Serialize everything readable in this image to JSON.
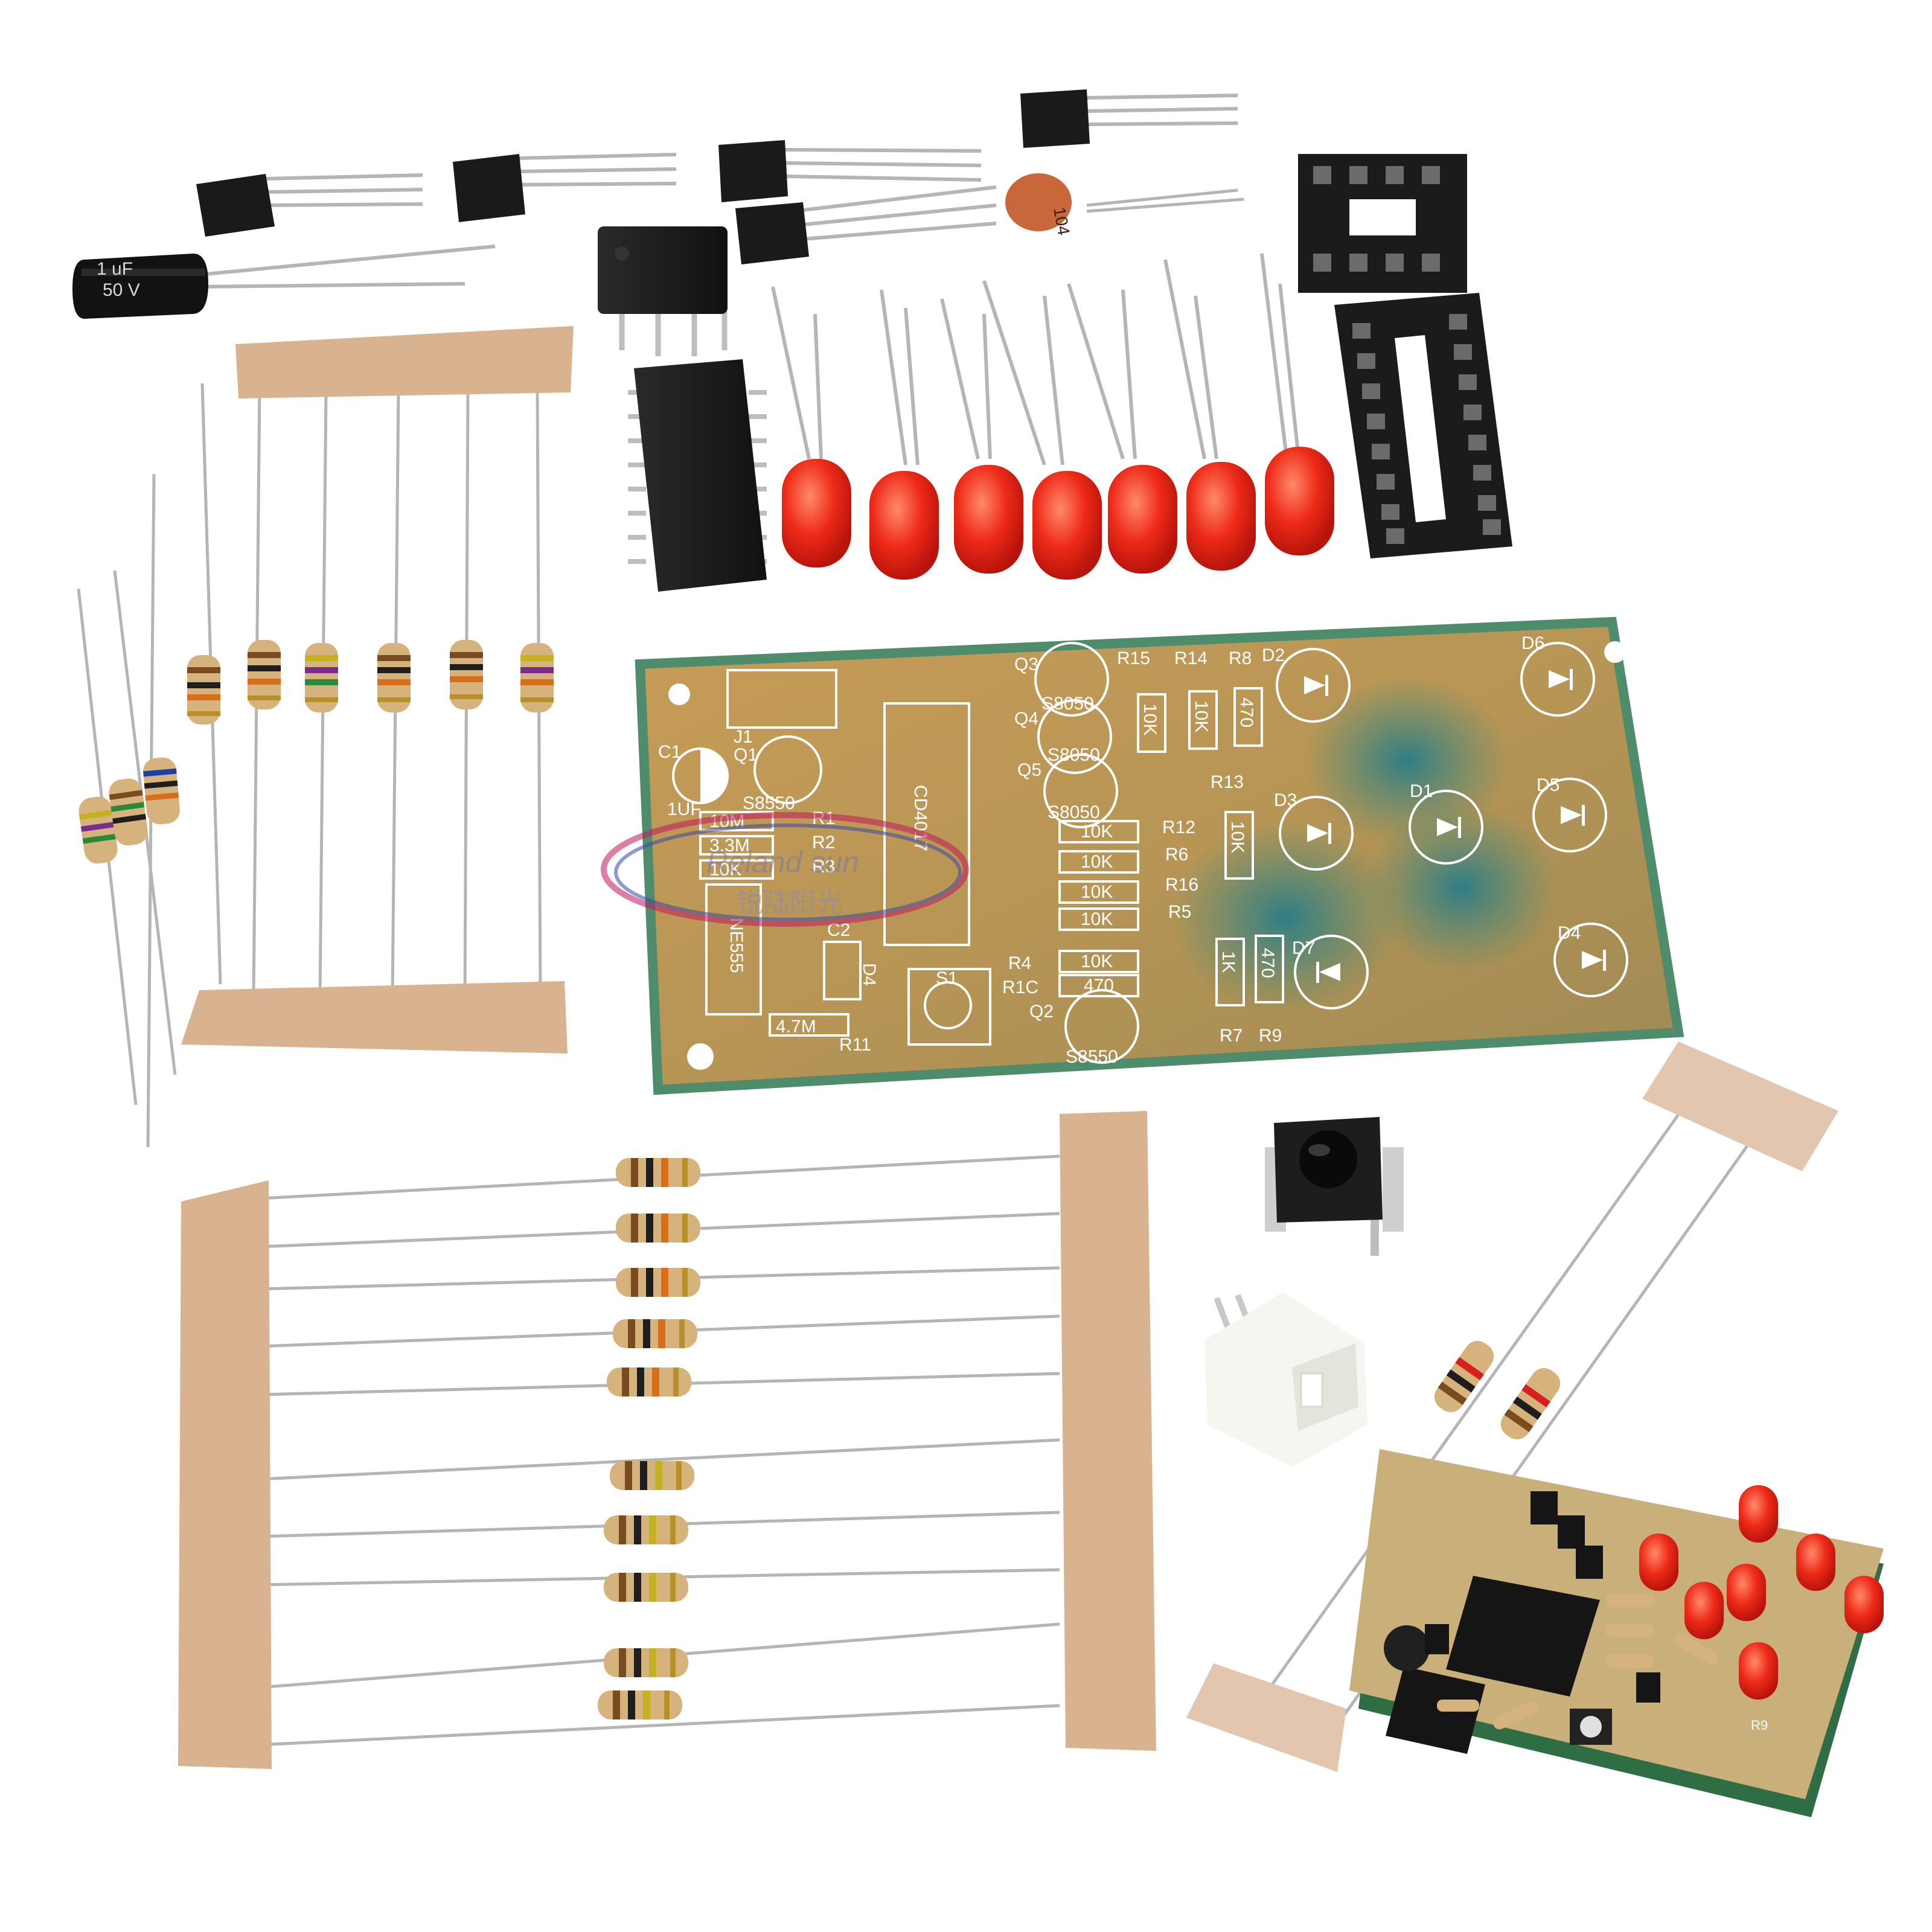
{
  "colors": {
    "background": "#ffffff",
    "pcb_green": "#3f8a78",
    "pcb_tan": "#c8a15a",
    "led_red": "#e8251a",
    "tape": "#d8b38c",
    "ic_black": "#1b1b1b",
    "resistor_body": "#d9b98a",
    "lead_silver": "#b8b8b8"
  },
  "electrolytic_cap": {
    "value": "1 uF",
    "rating": "50 V"
  },
  "ceramic_cap": {
    "code": "104"
  },
  "pcb": {
    "labels": {
      "q3": "Q3",
      "r15": "R15",
      "r14": "R14",
      "r8": "R8",
      "d2": "D2",
      "d6": "D6",
      "q4": "Q4",
      "s8050a": "S8050",
      "j1": "J1",
      "c1": "C1",
      "q1": "Q1",
      "s8050b": "S8050",
      "q5": "Q5",
      "r13": "R13",
      "cd4017": "CD4017",
      "uf": "1UF",
      "s8550a": "S8550",
      "v10m": "10M",
      "r1": "R1",
      "v33m": "3.3M",
      "r2": "R2",
      "v10k_r3": "10K",
      "r3": "R3",
      "s8050c": "S8050",
      "r12": "R12",
      "r6": "R6",
      "r16": "R16",
      "r5": "R5",
      "d3": "D3",
      "d1": "D1",
      "d5": "D5",
      "ne555": "NE555",
      "c2": "C2",
      "d4_lbl": "D4",
      "d4": "D4",
      "d7": "D7",
      "s1": "S1",
      "r4": "R4",
      "r10": "R1C",
      "q2": "Q2",
      "v47m": "4.7M",
      "r11": "R11",
      "s8550b": "S8550",
      "r7": "R7",
      "r9": "R9",
      "v10k_a": "10K",
      "v10k_b": "10K",
      "v470_a": "470",
      "v10k_c": "10K",
      "v10k_d": "10K",
      "v10k_e": "10K",
      "v10k_f": "10K",
      "v10k_g": "10K",
      "v470_b": "470",
      "v10k_h": "10K",
      "v1k": "1K",
      "v470_c": "470"
    }
  },
  "watermark": {
    "latin": "Reland sun",
    "cjk": "锐陆阳光"
  },
  "assembled_board": {
    "labels": {
      "r9": "R9"
    }
  }
}
